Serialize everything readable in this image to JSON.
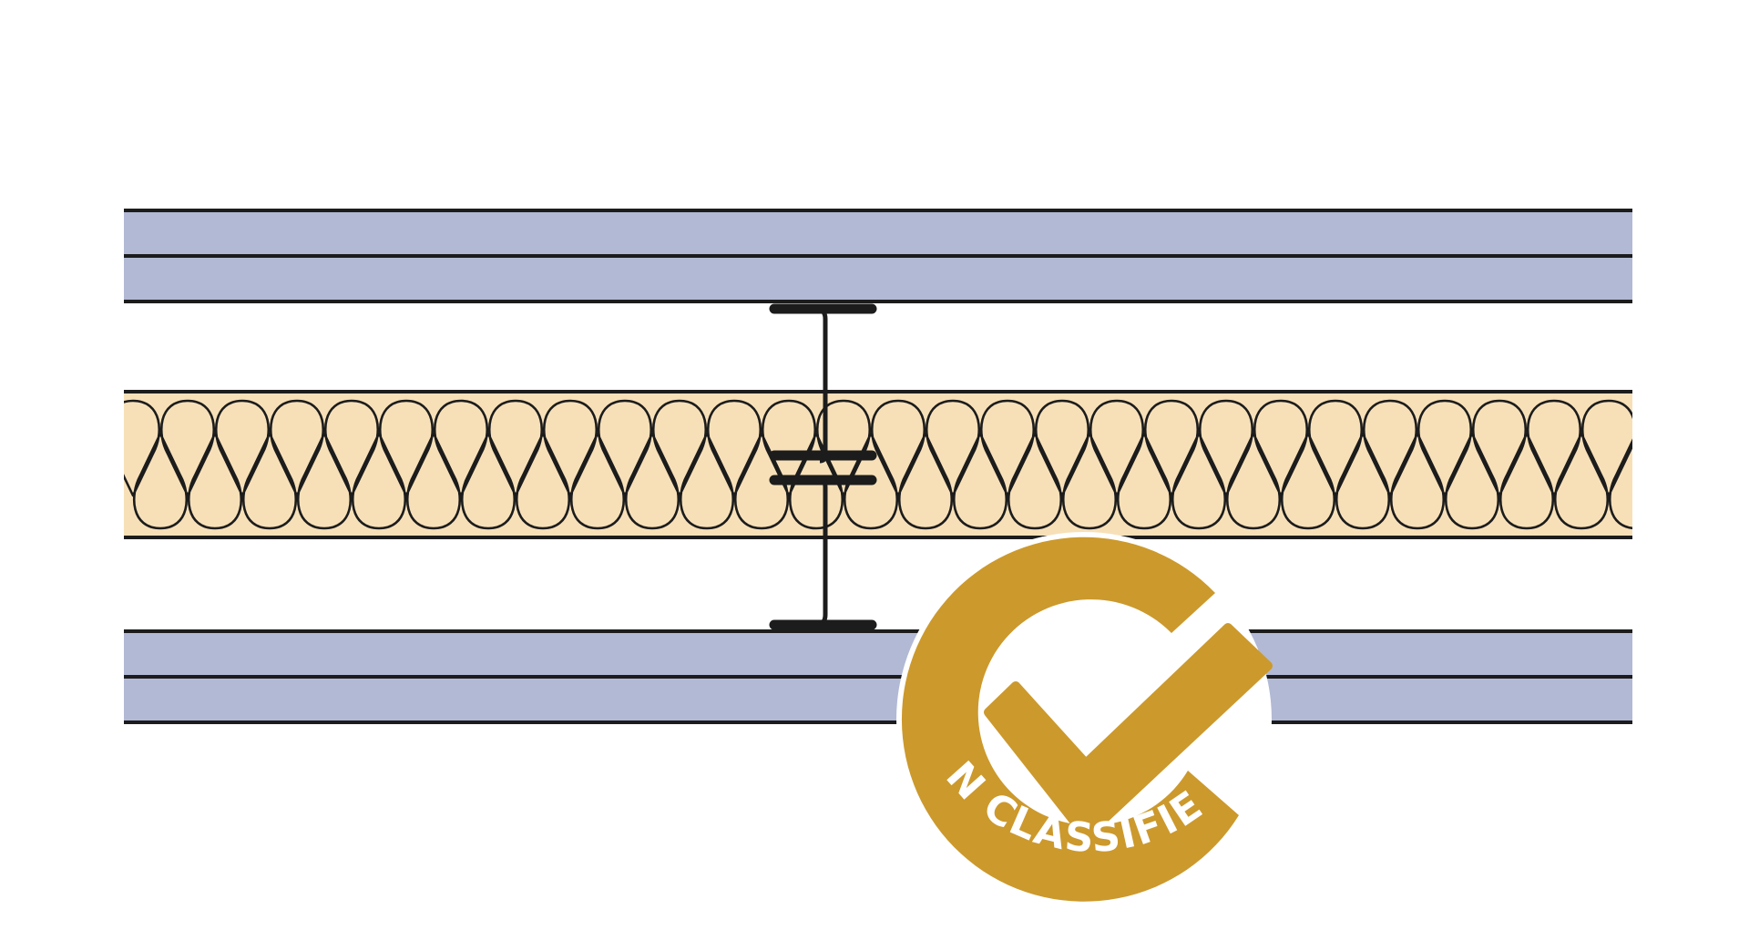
{
  "badge": {
    "text": "EN CLASSIFIED"
  },
  "colors": {
    "board": "#b1b9d5",
    "insulation": "#f7e0b8",
    "line": "#1c1c1c",
    "badge_gold": "#cc992c",
    "badge_text": "#ffffff",
    "background": "#ffffff"
  },
  "layers": [
    {
      "name": "top-board-outer",
      "kind": "board"
    },
    {
      "name": "top-board-inner",
      "kind": "board"
    },
    {
      "name": "insulation-layer",
      "kind": "insulation"
    },
    {
      "name": "bottom-board-inner",
      "kind": "board"
    },
    {
      "name": "bottom-board-outer",
      "kind": "board"
    }
  ],
  "studs": 2
}
